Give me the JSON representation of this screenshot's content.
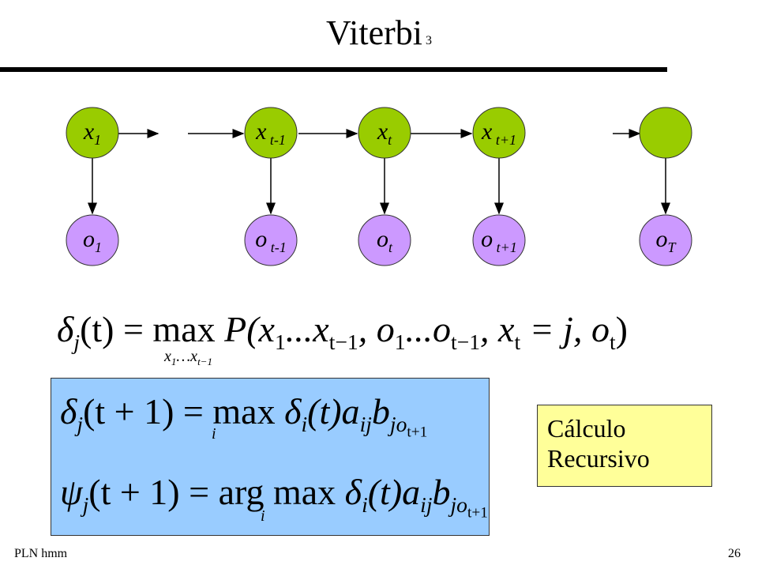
{
  "title": "Viterbi",
  "title_sub": "3",
  "colors": {
    "state_node": "#99cc00",
    "obs_node": "#cc99ff",
    "blue_box": "#99ccff",
    "yellow_box": "#ffff99"
  },
  "nodes": {
    "x1": {
      "base": "x",
      "sub": "1"
    },
    "xtm1": {
      "base": "x",
      "sub": " t-1"
    },
    "xt": {
      "base": "x",
      "sub": "t"
    },
    "xtp1": {
      "base": "x",
      "sub": " t+1"
    },
    "xT": {
      "base": "",
      "sub": ""
    },
    "o1": {
      "base": "o",
      "sub": "1"
    },
    "otm1": {
      "base": "o",
      "sub": " t-1"
    },
    "ot": {
      "base": "o",
      "sub": "t"
    },
    "otp1": {
      "base": "o",
      "sub": " t+1"
    },
    "oT": {
      "base": "o",
      "sub": "T"
    }
  },
  "formulas": {
    "delta_def": {
      "lhs_symbol": "δ",
      "lhs_index": "j",
      "lhs_arg": "(t) =",
      "op": "max",
      "body": "P(x",
      "range_under": "x",
      "range_sub1": "1",
      "range_dots": "…x",
      "range_sub2": "t−1",
      "p_sub1": "1",
      "p_mid1": "...x",
      "p_sub2": "t−1",
      "p_mid2": ", o",
      "p_sub3": "1",
      "p_mid3": "...o",
      "p_sub4": "t−1",
      "p_mid4": ", x",
      "p_sub5": "t",
      "p_mid5": " = j, o",
      "p_sub6": "t",
      "p_end": ")"
    },
    "delta_rec": {
      "lhs_symbol": "δ",
      "lhs_index": "j",
      "lhs_arg": "(t + 1) =",
      "op": "max",
      "op_under": "i",
      "sym": "δ",
      "sym_index": "i",
      "rest": "(t)a",
      "a_sub": "ij",
      "b": "b",
      "b_sub": "jo",
      "b_subsub": "t+1"
    },
    "psi_rec": {
      "lhs_symbol": "ψ",
      "lhs_index": "j",
      "lhs_arg": "(t + 1) =",
      "op": "arg max",
      "op_under": "i",
      "sym": "δ",
      "sym_index": "i",
      "rest": "(t)a",
      "a_sub": "ij",
      "b": "b",
      "b_sub": "jo",
      "b_subsub": "t+1"
    }
  },
  "note": {
    "line1": "Cálculo",
    "line2": "Recursivo"
  },
  "footer": {
    "left": "PLN  hmm",
    "right": "26"
  }
}
